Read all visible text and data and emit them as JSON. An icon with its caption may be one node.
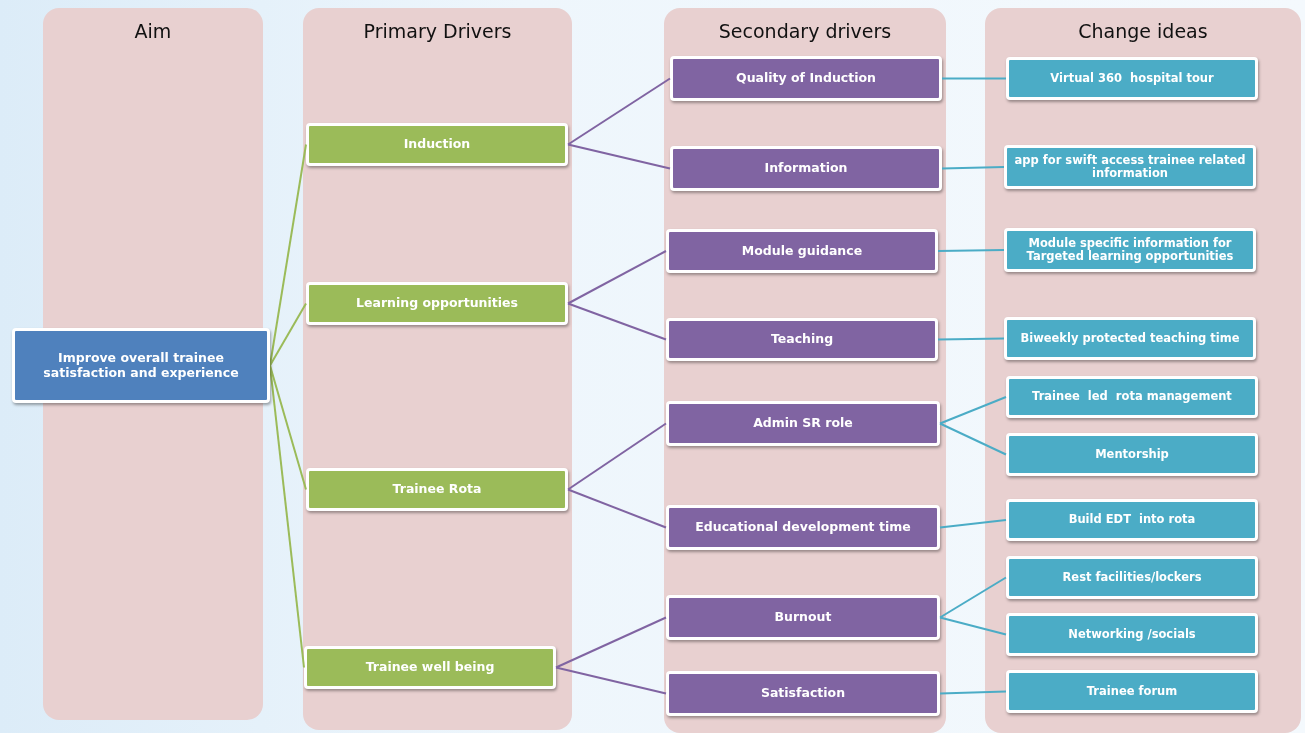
{
  "diagram": {
    "nodes": [
      {
        "text": [
          "Aim"
        ]
      },
      {
        "text": [
          "Primary Drivers"
        ]
      },
      {
        "text": [
          "Secondary drivers"
        ]
      },
      {
        "text": [
          "Change ideas"
        ]
      },
      {
        "text": [
          "Improve overall trainee satisfaction and experience"
        ]
      },
      {
        "text": [
          "Induction"
        ],
        "in": 1
      },
      {
        "text": [
          "Learning opportunities"
        ],
        "in": 1
      },
      {
        "text": [
          "Trainee Rota"
        ],
        "in": 1
      },
      {
        "text": [
          "Trainee well being"
        ],
        "in": 1
      },
      {
        "text": [
          "Quality of Induction"
        ],
        "in": 2
      },
      {
        "text": [
          "Information"
        ],
        "in": 2
      },
      {
        "text": [
          "Module guidance"
        ],
        "in": 2
      },
      {
        "text": [
          "Teaching"
        ],
        "in": 2
      },
      {
        "text": [
          "Admin SR role"
        ],
        "in": 2
      },
      {
        "text": [
          "Educational development time"
        ],
        "in": 2
      },
      {
        "text": [
          "Burnout"
        ],
        "in": 2
      },
      {
        "text": [
          "Satisfaction"
        ],
        "in": 2
      },
      {
        "text": [
          "Virtual 360  hospital tour"
        ],
        "in": 3
      },
      {
        "text": [
          "app for swift access trainee related information"
        ],
        "in": 3
      },
      {
        "text": [
          "Module specific information for Targeted learning opportunities"
        ],
        "in": 3
      },
      {
        "text": [
          "Biweekly protected teaching time"
        ],
        "in": 3
      },
      {
        "text": [
          "Trainee  led  rota management"
        ],
        "in": 3
      },
      {
        "text": [
          "Mentorship"
        ],
        "in": 3
      },
      {
        "text": [
          "Build EDT  into rota"
        ],
        "in": 3
      },
      {
        "text": [
          "Rest facilities/lockers"
        ],
        "in": 3
      },
      {
        "text": [
          "Networking /socials"
        ],
        "in": 3
      },
      {
        "text": [
          "Trainee forum"
        ],
        "in": 3
      }
    ],
    "edges": [
      {
        "from": 4,
        "to": 5,
        "arrow": "none",
        "color": "#9bbb59"
      },
      {
        "from": 4,
        "to": 6,
        "arrow": "none",
        "color": "#9bbb59"
      },
      {
        "from": 4,
        "to": 7,
        "arrow": "none",
        "color": "#9bbb59"
      },
      {
        "from": 4,
        "to": 8,
        "arrow": "none",
        "color": "#9bbb59"
      },
      {
        "from": 5,
        "to": 9,
        "arrow": "none",
        "color": "#8064a2"
      },
      {
        "from": 5,
        "to": 10,
        "arrow": "none",
        "color": "#8064a2"
      },
      {
        "from": 6,
        "to": 11,
        "arrow": "none",
        "color": "#8064a2"
      },
      {
        "from": 6,
        "to": 12,
        "arrow": "none",
        "color": "#8064a2"
      },
      {
        "from": 7,
        "to": 13,
        "arrow": "none",
        "color": "#8064a2"
      },
      {
        "from": 7,
        "to": 14,
        "arrow": "none",
        "color": "#8064a2"
      },
      {
        "from": 8,
        "to": 15,
        "arrow": "none",
        "color": "#8064a2"
      },
      {
        "from": 8,
        "to": 16,
        "arrow": "none",
        "color": "#8064a2"
      },
      {
        "from": 9,
        "to": 17,
        "arrow": "none"
      },
      {
        "from": 10,
        "to": 18,
        "arrow": "none"
      },
      {
        "from": 11,
        "to": 19,
        "arrow": "none"
      },
      {
        "from": 12,
        "to": 20,
        "arrow": "none"
      },
      {
        "from": 13,
        "to": 21,
        "arrow": "none"
      },
      {
        "from": 13,
        "to": 22,
        "arrow": "none"
      },
      {
        "from": 14,
        "to": 23,
        "arrow": "none"
      },
      {
        "from": 15,
        "to": 24,
        "arrow": "none"
      },
      {
        "from": 15,
        "to": 25,
        "arrow": "none"
      },
      {
        "from": 16,
        "to": 26,
        "arrow": "none"
      }
    ]
  }
}
